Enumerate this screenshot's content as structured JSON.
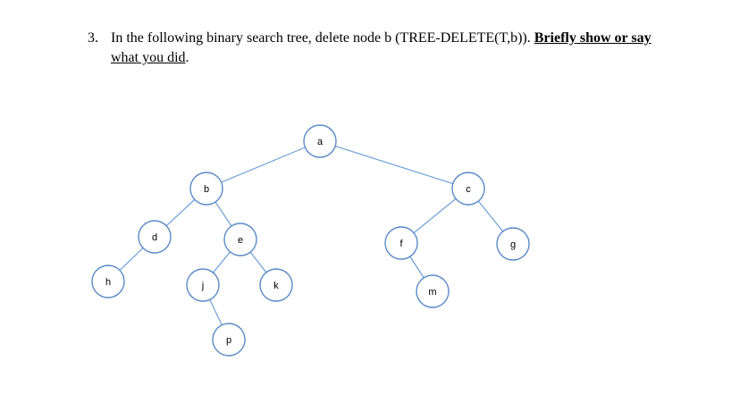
{
  "question": {
    "number": "3.",
    "text": "In the following binary search tree, delete node b  (TREE-DELETE(T,b)).",
    "emphasis": "Briefly show or say",
    "emphasis_cont": "what you did",
    "end": "."
  },
  "tree": {
    "style": {
      "edge_color": "#6f9fd8",
      "node_stroke": "#5a8ac6",
      "node_fill": "#ffffff"
    },
    "nodes": [
      {
        "id": "a",
        "label": "a"
      },
      {
        "id": "b",
        "label": "b"
      },
      {
        "id": "c",
        "label": "c"
      },
      {
        "id": "d",
        "label": "d"
      },
      {
        "id": "e",
        "label": "e"
      },
      {
        "id": "f",
        "label": "f"
      },
      {
        "id": "g",
        "label": "g"
      },
      {
        "id": "h",
        "label": "h"
      },
      {
        "id": "j",
        "label": "j"
      },
      {
        "id": "k",
        "label": "k"
      },
      {
        "id": "m",
        "label": "m"
      },
      {
        "id": "p",
        "label": "p"
      }
    ],
    "edges": [
      [
        "a",
        "b"
      ],
      [
        "a",
        "c"
      ],
      [
        "b",
        "d"
      ],
      [
        "b",
        "e"
      ],
      [
        "d",
        "h"
      ],
      [
        "e",
        "j"
      ],
      [
        "e",
        "k"
      ],
      [
        "j",
        "p"
      ],
      [
        "c",
        "f"
      ],
      [
        "c",
        "g"
      ],
      [
        "f",
        "m"
      ]
    ]
  }
}
